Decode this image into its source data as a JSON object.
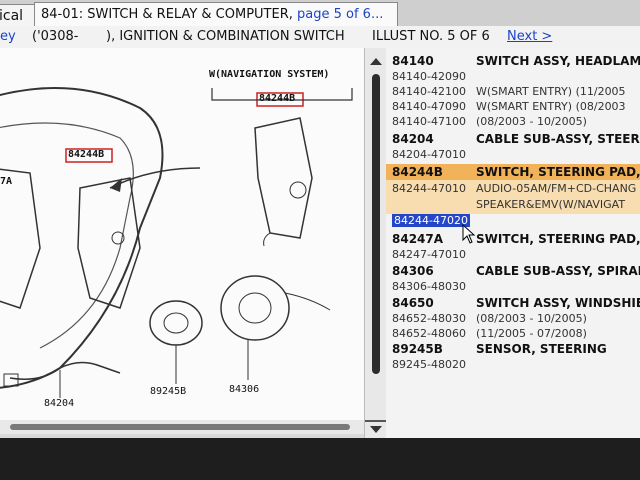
{
  "tabs": {
    "left_label": "ical",
    "main_title": "84-01: SWITCH & RELAY & COMPUTER,",
    "main_page": " page 5 of 6..."
  },
  "info": {
    "left": "ey",
    "range": "('0308-",
    "section": "), IGNITION & COMBINATION SWITCH",
    "illust": "ILLUST NO. 5 OF 6",
    "next": "Next >"
  },
  "diagram": {
    "nav_label": "W(NAVIGATION SYSTEM)",
    "callouts": [
      "84244B",
      "84244B"
    ],
    "labels": [
      "7A",
      "84204",
      "89245B",
      "84306"
    ]
  },
  "parts": [
    {
      "num": "84140",
      "name": "SWITCH ASSY, HEADLAMP",
      "subs": [
        {
          "code": "84140-42090",
          "desc": ""
        },
        {
          "code": "84140-42100",
          "desc": "W(SMART ENTRY) (11/2005"
        },
        {
          "code": "84140-47090",
          "desc": "W(SMART ENTRY) (08/2003"
        },
        {
          "code": "84140-47100",
          "desc": "(08/2003 - 10/2005)"
        }
      ]
    },
    {
      "num": "84204",
      "name": "CABLE SUB-ASSY, STEERING",
      "subs": [
        {
          "code": "84204-47010",
          "desc": ""
        }
      ]
    },
    {
      "num": "84244B",
      "name": "SWITCH, STEERING PAD, R",
      "subs": [
        {
          "code": "84244-47010",
          "desc": "AUDIO-05AM/FM+CD-CHANG"
        },
        {
          "code": "",
          "desc": "SPEAKER&EMV(W/NAVIGAT"
        },
        {
          "code": "84244-47020",
          "desc": ""
        }
      ]
    },
    {
      "num": "84247A",
      "name": "SWITCH, STEERING PAD, LE",
      "subs": [
        {
          "code": "84247-47010",
          "desc": ""
        }
      ]
    },
    {
      "num": "84306",
      "name": "CABLE SUB-ASSY, SPIRAL",
      "subs": [
        {
          "code": "84306-48030",
          "desc": ""
        }
      ]
    },
    {
      "num": "84650",
      "name": "SWITCH ASSY, WINDSHIELD",
      "subs": [
        {
          "code": "84652-48030",
          "desc": "(08/2003 - 10/2005)"
        },
        {
          "code": "84652-48060",
          "desc": "(11/2005 - 07/2008)"
        }
      ]
    },
    {
      "num": "89245B",
      "name": "SENSOR, STEERING",
      "subs": [
        {
          "code": "89245-48020",
          "desc": ""
        }
      ]
    }
  ],
  "colors": {
    "link": "#1a44c8",
    "highlight": "#f2b25a",
    "selection": "#2446c8"
  }
}
